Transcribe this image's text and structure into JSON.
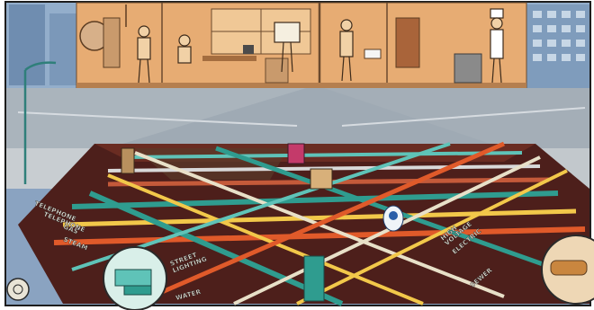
{
  "labels": {
    "telephone_1": "TELEPHONE",
    "telephone_2": "TELEPHONE",
    "gas": "GAS",
    "steam": "STEAM",
    "street_lighting": "STREET\nLIGHTING",
    "water": "WATER",
    "high_voltage": "HIGH\nVOLTAGE",
    "electric": "ELECTRIC",
    "sewer": "SEWER"
  },
  "captions": {
    "left_note": "",
    "bottom_note": "",
    "right_note": ""
  },
  "colors": {
    "sky": "#7f9fc0",
    "building_wall": "#e6a86e",
    "street": "#9aa7b2",
    "excavation": "#4a1e1a",
    "telephone_pipe": "#2f9c8f",
    "gas_pipe": "#f2c84a",
    "steam_pipe": "#d9d9d9",
    "electric_pipe": "#e05a2a",
    "water_pipe": "#5fc3b8",
    "sewer_pipe": "#c45a3a",
    "border": "#1d1d1d"
  }
}
